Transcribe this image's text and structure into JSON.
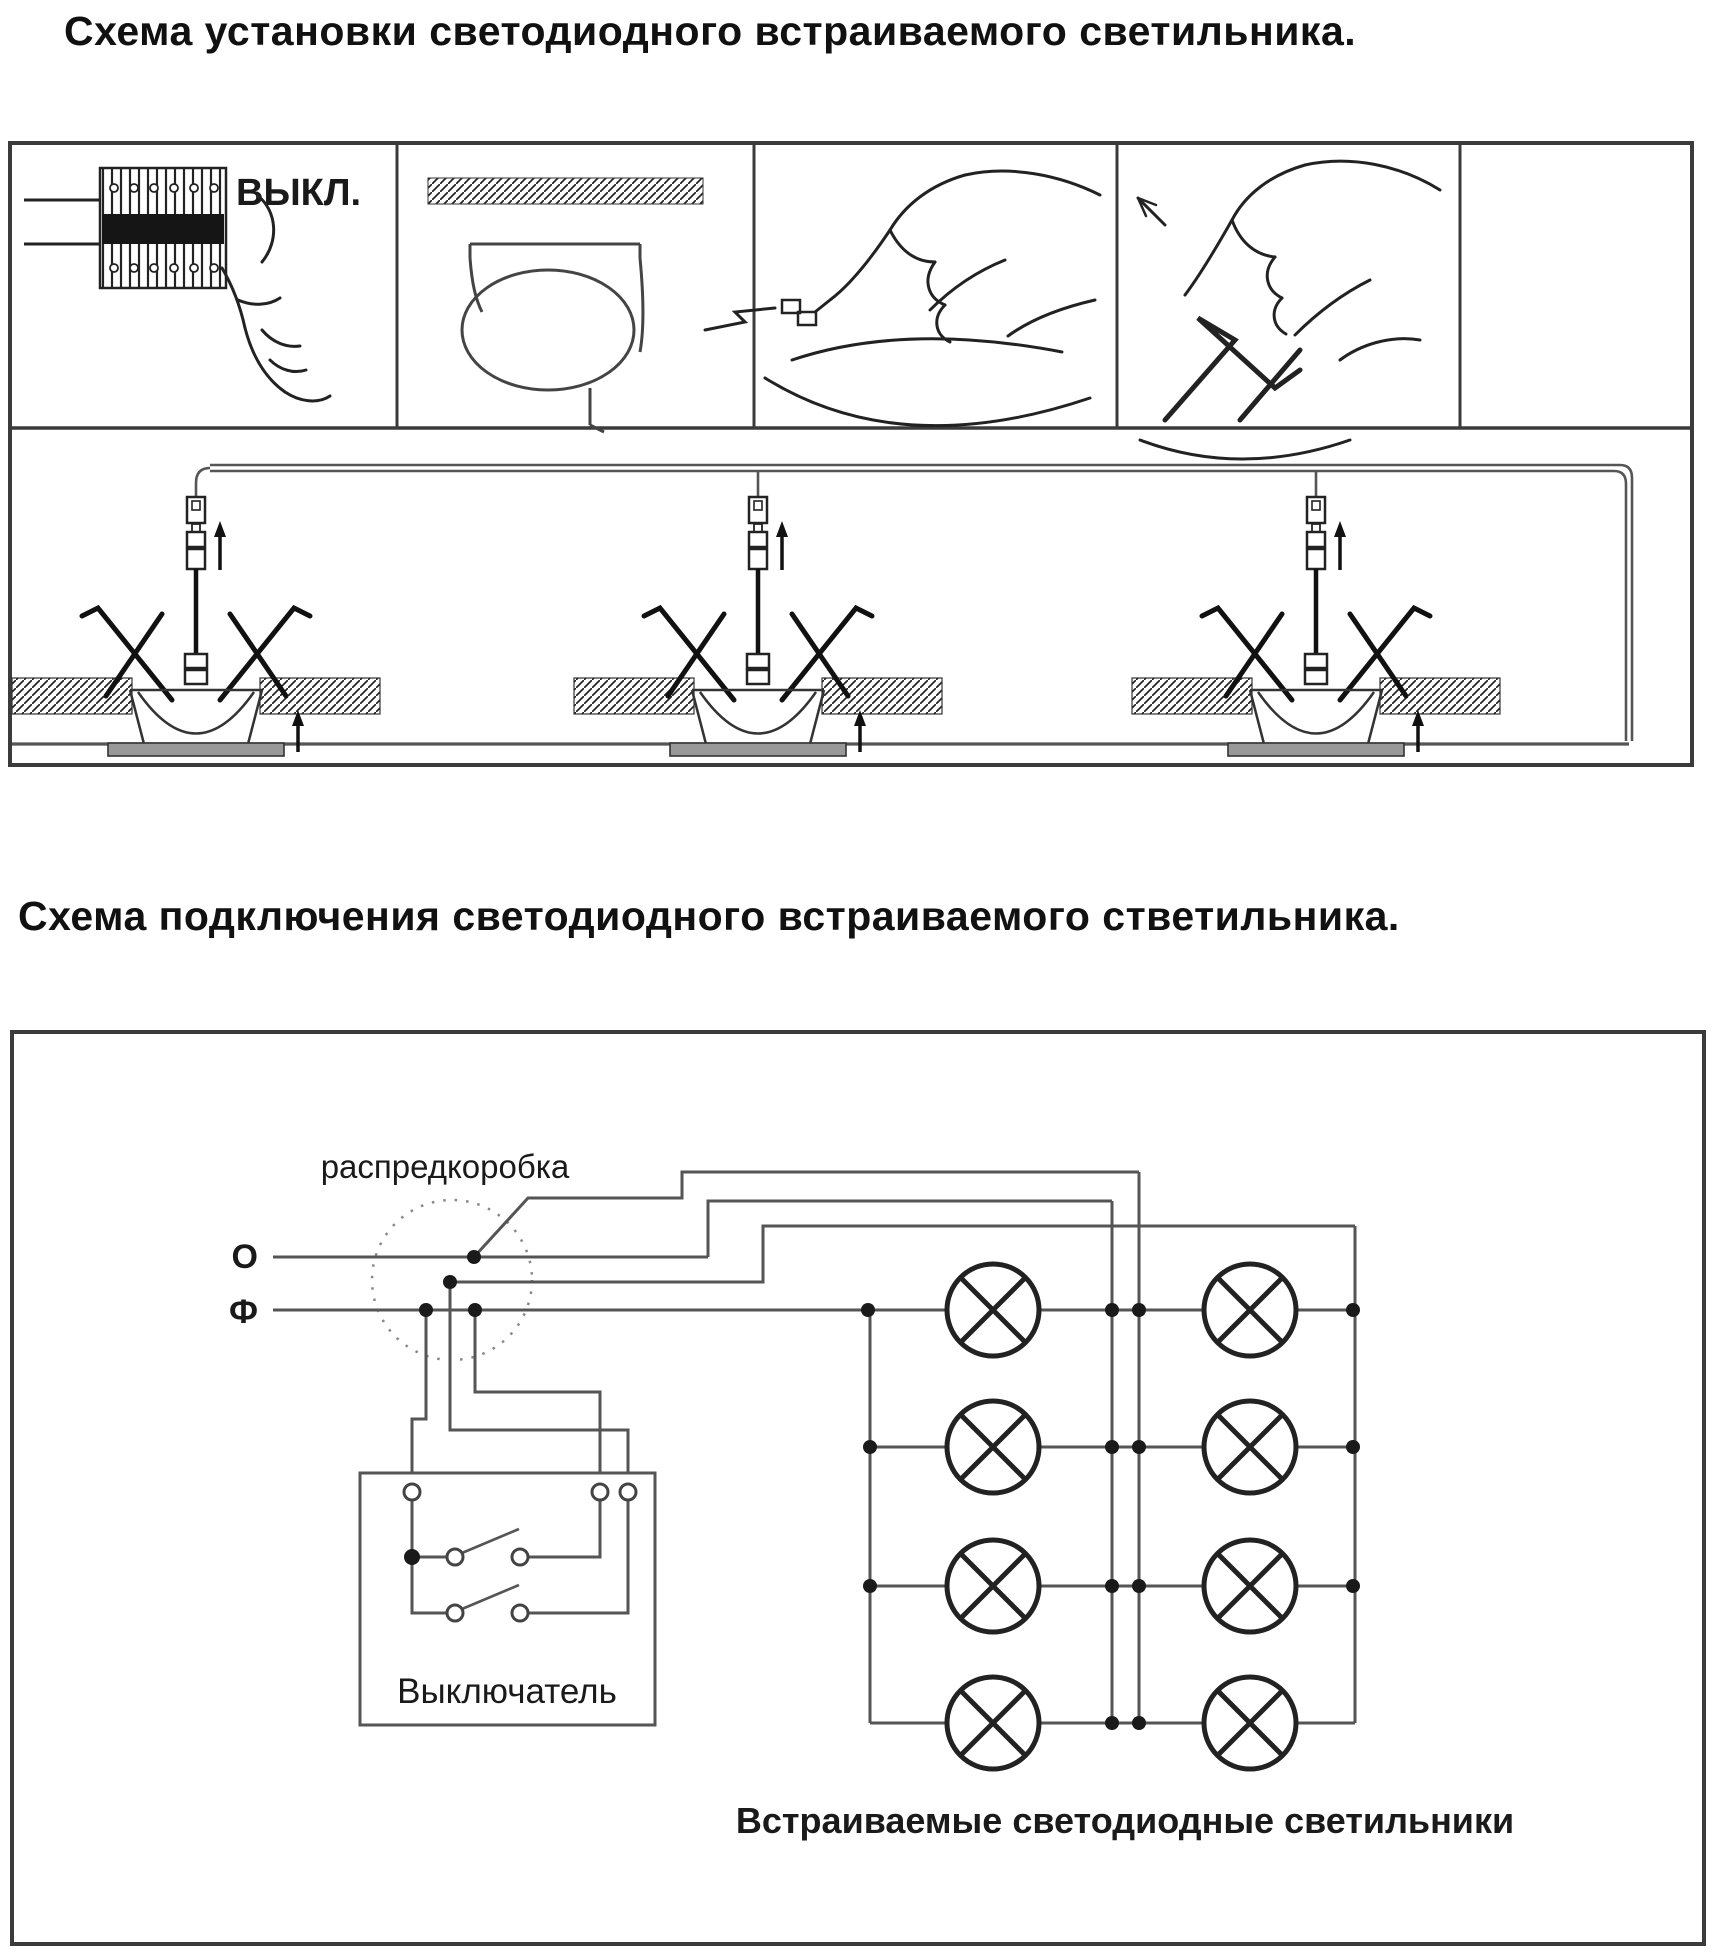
{
  "titles": {
    "install": "Схема установки светодиодного встраиваемого светильника.",
    "connect": "Схема подключения светодиодного встраиваемого стветильника."
  },
  "install_diagram": {
    "panel1_label": "ВЫКЛ.",
    "steps": [
      {
        "name": "switch-power-off-and-connect-terminal-block"
      },
      {
        "name": "cut-ceiling-hole"
      },
      {
        "name": "connect-fixture-wires-through-hole"
      },
      {
        "name": "compress-spring-clips-and-insert"
      }
    ],
    "lights_count": 3
  },
  "connection_diagram": {
    "junction_box_label": "распредкоробка",
    "neutral_label": "О",
    "phase_label": "Ф",
    "switch_label": "Выключатель",
    "lamps_caption": "Встраиваемые светодиодные светильники",
    "lamp_columns": 2,
    "lamp_rows": 4,
    "lamp_total": 8
  },
  "colors": {
    "line": "#222222",
    "wire": "#555555",
    "border": "#3b3b3b",
    "dot": "#1a1a1a",
    "plate": "#999999"
  }
}
